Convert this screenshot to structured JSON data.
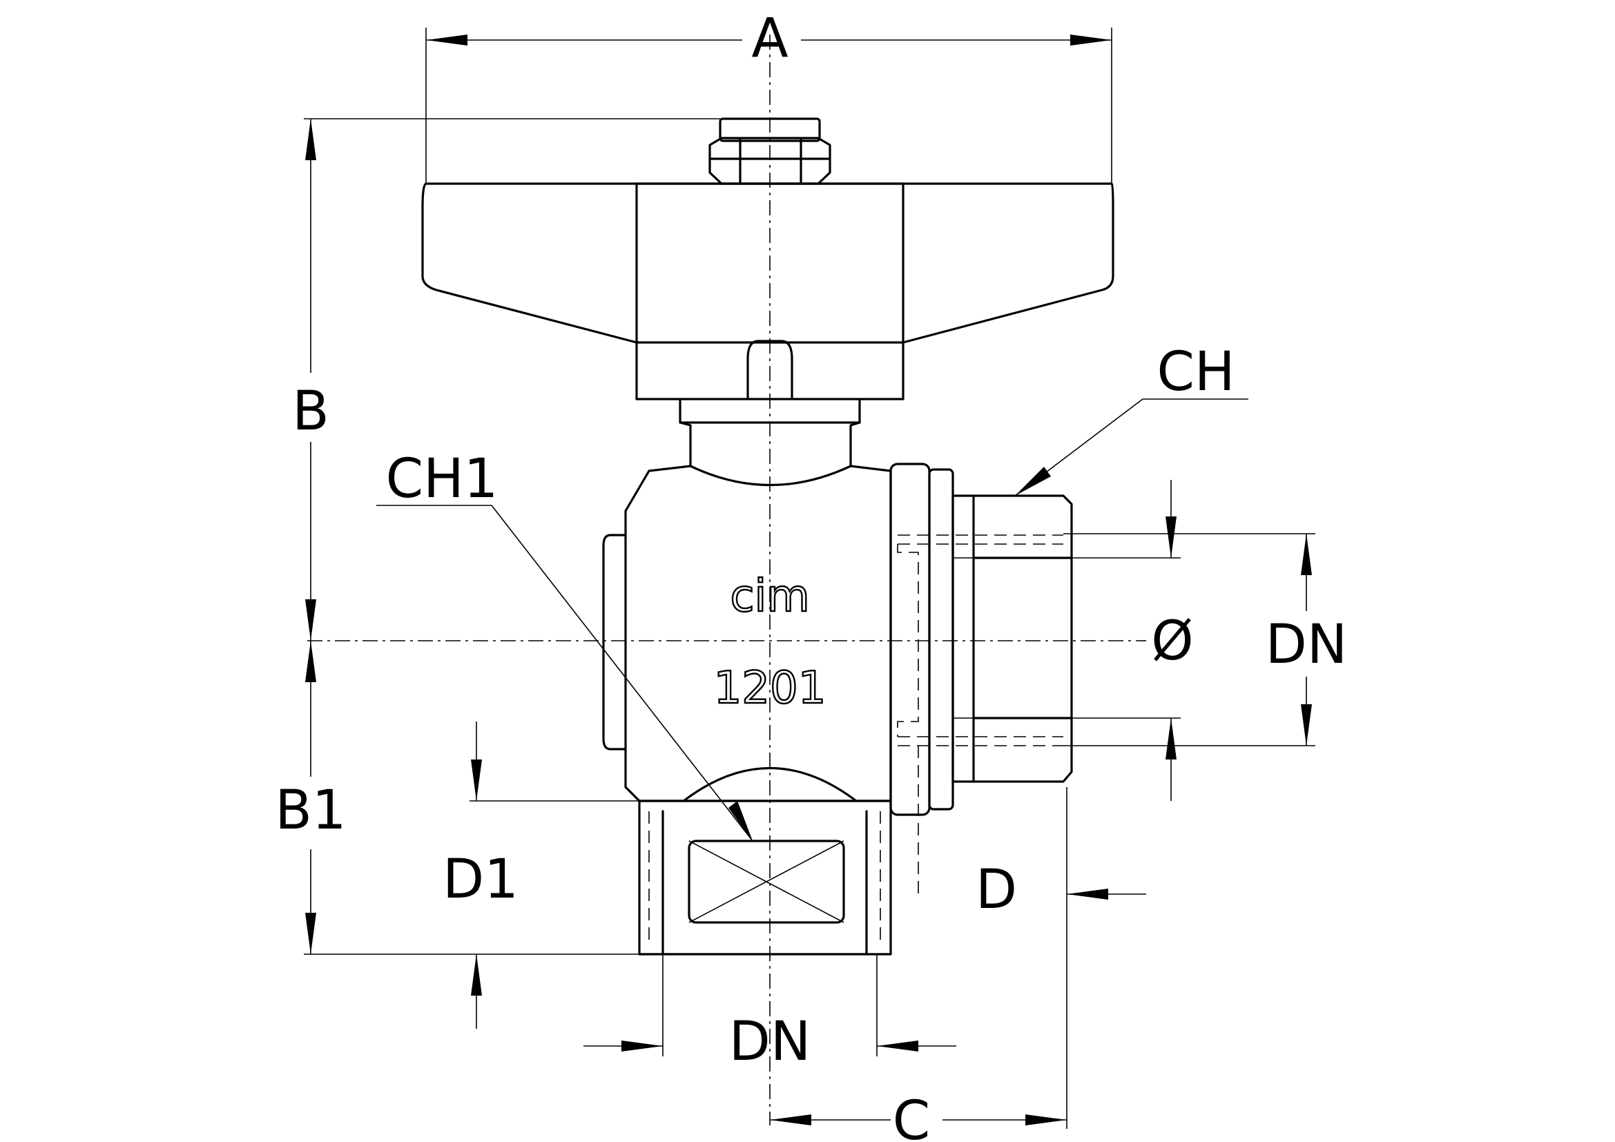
{
  "labels": {
    "A": "A",
    "B": "B",
    "B1": "B1",
    "C": "C",
    "D": "D",
    "D1": "D1",
    "DN_side": "DN",
    "DN_bottom": "DN",
    "CH": "CH",
    "CH1": "CH1",
    "diameter": "Ø"
  },
  "body_marks": {
    "brand": "cim",
    "model": "1201"
  }
}
